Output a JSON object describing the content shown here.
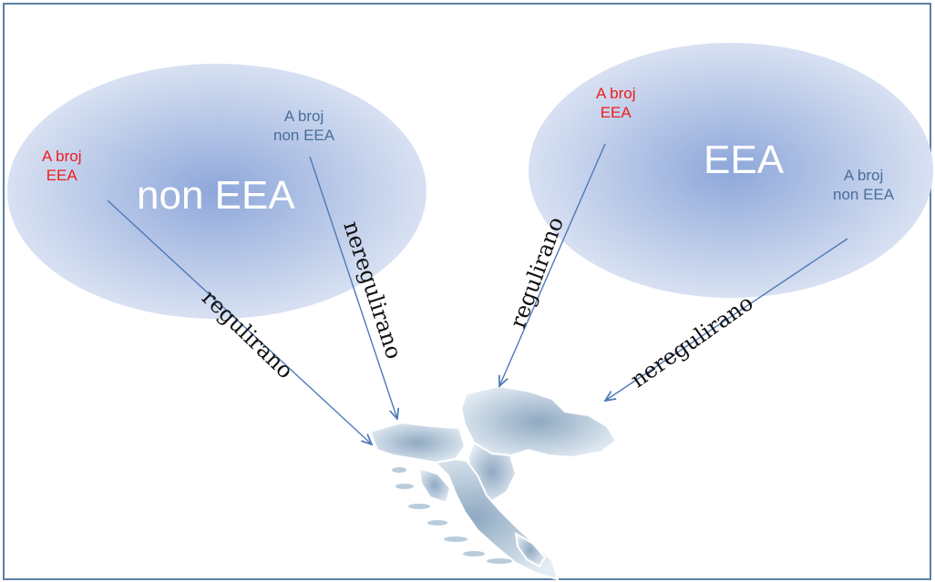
{
  "colors": {
    "ellipse_center": "#8ea7da",
    "ellipse_edge": "#d8e1f2",
    "arrow": "#4f7ab8",
    "red_label": "#ee1c1c",
    "blue_label": "#4a6e9a",
    "region": "#b8ccdc"
  },
  "left_group": {
    "title": "non EEA",
    "label_red": [
      "A broj",
      "EEA"
    ],
    "label_blue": [
      "A broj",
      "non EEA"
    ],
    "arrow_red_text": "regulirano",
    "arrow_blue_text": "neregulirano"
  },
  "right_group": {
    "title": "EEA",
    "label_red": [
      "A broj",
      "EEA"
    ],
    "label_blue": [
      "A broj",
      "non EEA"
    ],
    "arrow_red_text": "regulirano",
    "arrow_blue_text": "neregulirano"
  },
  "map_shape": "croatia-map-illustration"
}
